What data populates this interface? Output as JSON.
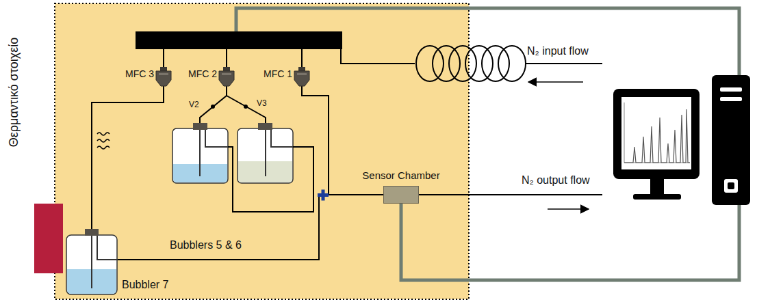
{
  "diagram": {
    "nodes": [
      {
        "text": [
          "Θερμαντικό στοιχείο"
        ]
      },
      {
        "text": [
          "MFC 3"
        ]
      },
      {
        "text": [
          "MFC 2"
        ]
      },
      {
        "text": [
          "MFC 1"
        ]
      },
      {
        "text": [
          "Bubbler 7"
        ]
      },
      {
        "text": [
          "Sensor Chamber"
        ]
      }
    ],
    "edges": [
      {
        "from": 1,
        "to": 4,
        "arrow": "none"
      },
      {
        "from": 4,
        "to": 5,
        "arrow": "none"
      },
      {
        "from": 3,
        "to": 5,
        "arrow": "none"
      }
    ],
    "labels": [
      "V2",
      "V3",
      "Bubblers 5 & 6",
      "N₂ input flow",
      "N₂ output flow"
    ]
  }
}
